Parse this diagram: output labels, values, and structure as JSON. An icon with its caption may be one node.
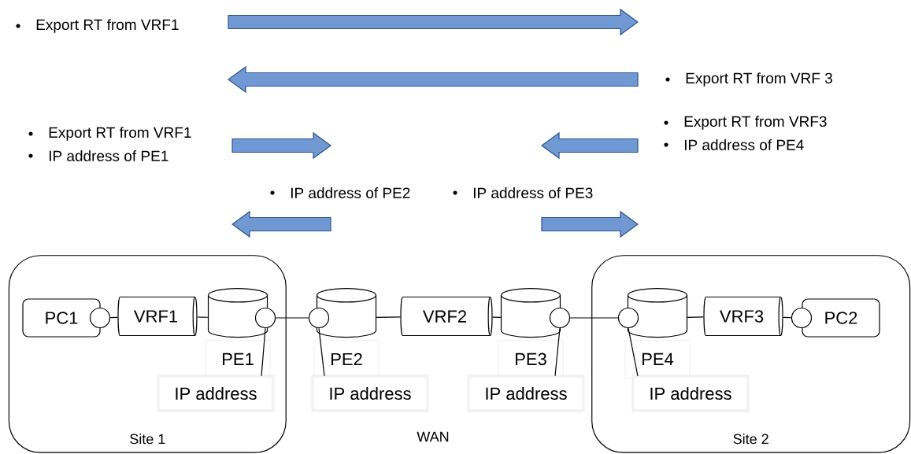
{
  "diagram": {
    "nodes": [
      {
        "text": [
          "Site 1"
        ]
      },
      {
        "text": [
          "PC1"
        ],
        "in": 0
      },
      {
        "text": [],
        "shape": "circle",
        "in": 0
      },
      {
        "text": [
          "VRF1"
        ],
        "in": 0
      },
      {
        "text": [
          "PE1"
        ],
        "in": 0
      },
      {
        "text": [],
        "shape": "circle",
        "in": 0
      },
      {
        "text": [
          "IP address"
        ],
        "in": 0
      },
      {
        "text": [],
        "shape": "circle"
      },
      {
        "text": [
          "PE2"
        ]
      },
      {
        "text": [
          "IP address"
        ]
      },
      {
        "text": [
          "VRF2"
        ]
      },
      {
        "text": [
          "PE3"
        ]
      },
      {
        "text": [],
        "shape": "circle"
      },
      {
        "text": [
          "IP address"
        ]
      },
      {
        "text": [
          "Site 2"
        ]
      },
      {
        "text": [],
        "shape": "circle",
        "in": 14
      },
      {
        "text": [
          "PE4"
        ],
        "in": 14
      },
      {
        "text": [
          "IP address"
        ],
        "in": 14
      },
      {
        "text": [
          "VRF3"
        ],
        "in": 14
      },
      {
        "text": [],
        "shape": "circle",
        "in": 14
      },
      {
        "text": [
          "PC2"
        ],
        "in": 14
      }
    ],
    "edges": [
      {
        "from": 2,
        "to": 3,
        "arrow": "none"
      },
      {
        "from": 3,
        "to": 4,
        "arrow": "none"
      },
      {
        "from": 5,
        "to": 7,
        "arrow": "none"
      },
      {
        "from": 8,
        "to": 10,
        "arrow": "none"
      },
      {
        "from": 10,
        "to": 11,
        "arrow": "none"
      },
      {
        "from": 12,
        "to": 15,
        "arrow": "none"
      },
      {
        "from": 16,
        "to": 18,
        "arrow": "none"
      },
      {
        "from": 18,
        "to": 19,
        "arrow": "none"
      },
      {
        "from": 6,
        "to": 5,
        "arrow": "none"
      },
      {
        "from": 9,
        "to": 7,
        "arrow": "none"
      },
      {
        "from": 13,
        "to": 12,
        "arrow": "none"
      },
      {
        "from": 17,
        "to": 15,
        "arrow": "none"
      }
    ],
    "labels": [
      "Export RT from VRF1",
      "Export RT from VRF 3",
      "Export RT from VRF1",
      "IP address of PE1",
      "Export RT from VRF3",
      "IP address of PE4",
      "IP address of PE2",
      "IP address of PE3",
      "WAN"
    ]
  }
}
